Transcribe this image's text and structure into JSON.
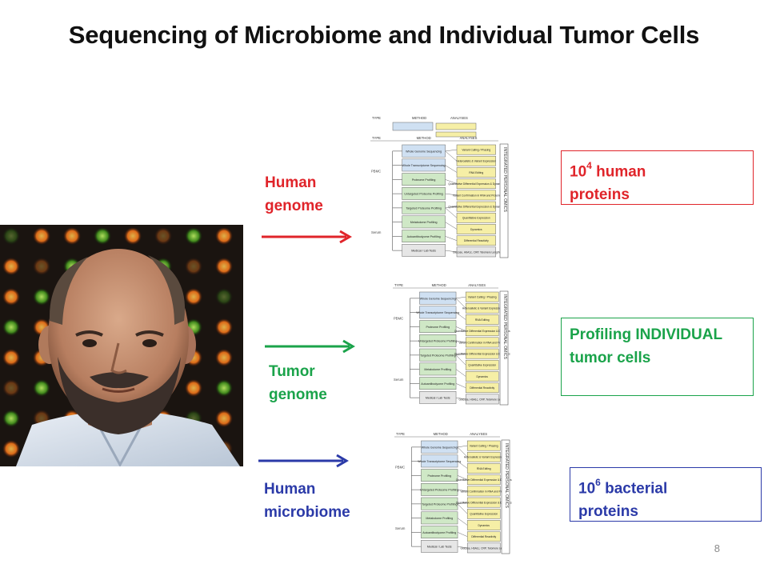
{
  "slide": {
    "title": "Sequencing of Microbiome and Individual Tumor Cells",
    "page_number": "8"
  },
  "labels": {
    "human_genome": {
      "line1": "Human",
      "line2": "genome",
      "color": "#e0242a"
    },
    "tumor_genome": {
      "line1": "Tumor",
      "line2": "genome",
      "color": "#1aa34a"
    },
    "human_microbiome": {
      "line1": "Human",
      "line2": "microbiome",
      "color": "#2b3aa8"
    }
  },
  "boxes": {
    "human_proteins": {
      "base": "10",
      "exp": "4",
      "rest": " human",
      "line2": "proteins",
      "color": "#e0242a"
    },
    "tumor_cells": {
      "line1": "Profiling INDIVIDUAL",
      "line2": "tumor cells",
      "color": "#1aa34a"
    },
    "bacterial_proteins": {
      "base": "10",
      "exp": "6",
      "rest": " bacterial",
      "line2": "proteins",
      "color": "#2b3aa8"
    }
  },
  "diagram": {
    "col_type": "TYPE",
    "col_method": "METHOD",
    "col_analyses": "ANALYSES",
    "side_label": "INTEGRATED PERSONAL OMICS",
    "sources": [
      "PBMC",
      "Serum"
    ],
    "methods": [
      "Whole Genome Sequencing",
      "Whole Transcriptome Sequencing",
      "Proteome Profiling",
      "Untargeted Proteome Profiling",
      "Targeted Proteome Profiling",
      "Metabolome Profiling",
      "Autoantibodyome Profiling",
      "Medical / Lab Tests"
    ],
    "analyses": [
      "Variant Calling / Phasing",
      "Heteroallelic & Variant Expression",
      "RNA Editing",
      "Quantitative Differential Expression & Dynamics",
      "Variant Confirmation in RNA and Protein",
      "Quantitative Differential Expression & Dynamics",
      "Quantitative Expression",
      "Dynamics",
      "Differential Reactivity",
      "Glucose, HbA1c, CRP, Telomere Length"
    ]
  },
  "colors": {
    "portrait_bg": "#1a1410",
    "diagram_blue": "#cfe0f2",
    "diagram_yellow": "#f6efa6",
    "diagram_green": "#cfe8c6"
  }
}
